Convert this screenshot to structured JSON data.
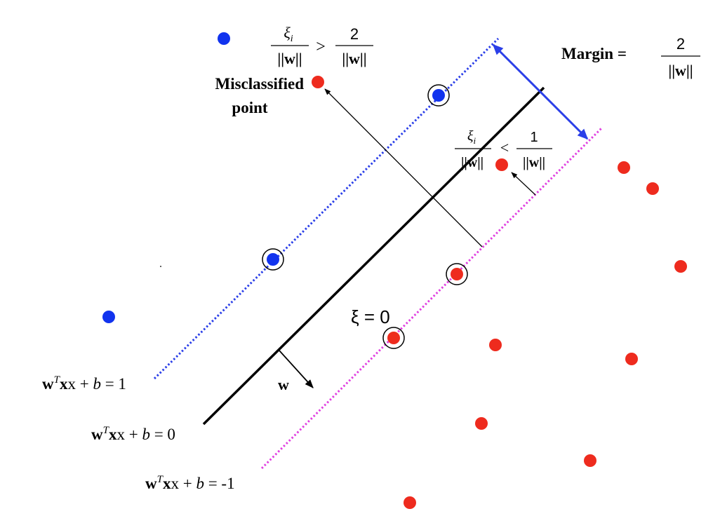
{
  "lines": {
    "positive": {
      "label_prefix": "x + ",
      "label_b": "b",
      "label_suffix": " = 1",
      "color": "#2B3FE8"
    },
    "decision": {
      "label_prefix": "x + ",
      "label_b": "b",
      "label_suffix": " = 0",
      "color": "#000000"
    },
    "negative": {
      "label_prefix": "x + ",
      "label_b": "b",
      "label_suffix": " = -1",
      "color": "#E040E0"
    }
  },
  "symbols": {
    "w": "w",
    "T": "T",
    "xi": "ξ",
    "xi_i": "i",
    "two": "2",
    "one": "1",
    "gt": ">",
    "lt": "<",
    "norm_w": "||w||"
  },
  "labels": {
    "margin_word": "Margin =",
    "misclassified_line1": "Misclassified",
    "misclassified_line2": "point",
    "xi_zero": "ξ = 0",
    "normal_vector": "w"
  },
  "colors": {
    "positive_point": "#1133EE",
    "negative_point": "#EE2B1E",
    "margin_arrow": "#2B3FE8",
    "support_ring": "#000000"
  },
  "icons": {
    "normal_arrow": "arrow-icon",
    "margin_arrow": "double-arrow-icon",
    "support_ring": "circle-ring-icon"
  }
}
